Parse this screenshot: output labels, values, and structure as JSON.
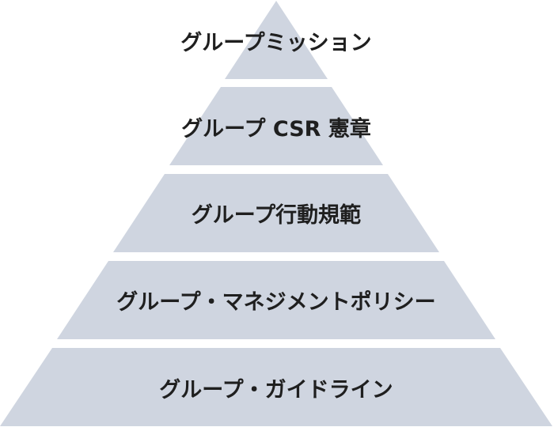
{
  "diagram": {
    "fill_color": "#cfd5e0",
    "text_color": "#1f1f1f",
    "tiers": [
      {
        "label": "グループミッション"
      },
      {
        "label": "グループ CSR 憲章"
      },
      {
        "label": "グループ行動規範"
      },
      {
        "label": "グループ・マネジメントポリシー"
      },
      {
        "label": "グループ・ガイドライン"
      }
    ]
  }
}
